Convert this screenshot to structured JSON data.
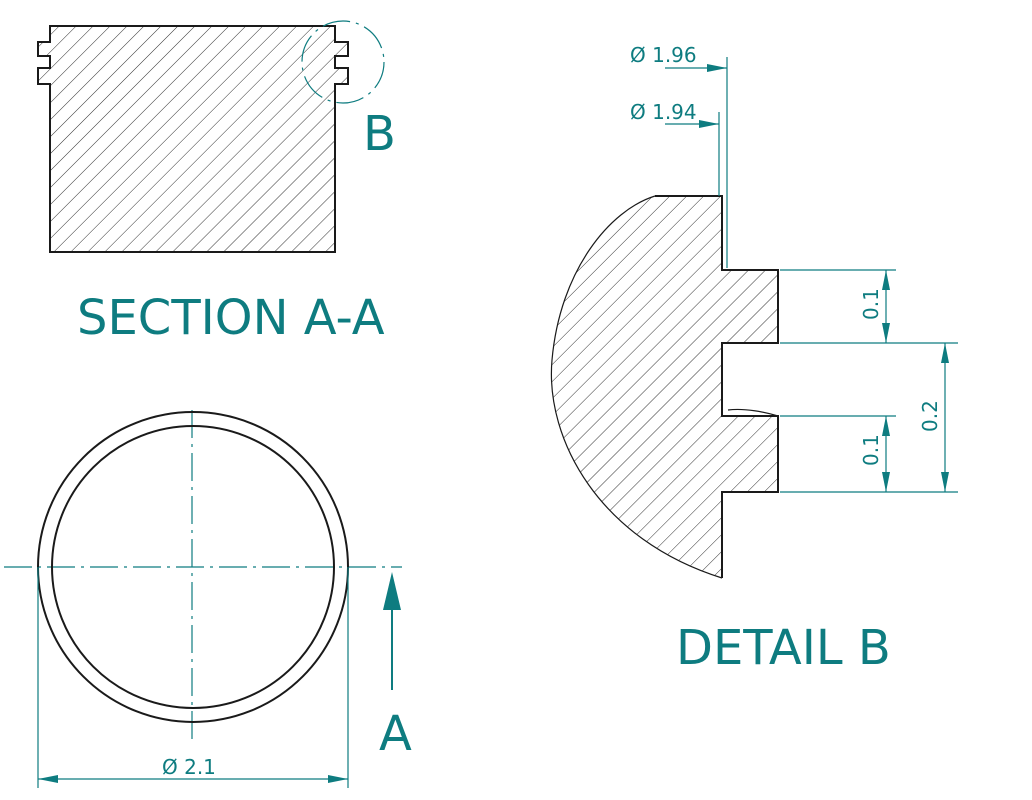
{
  "section_view": {
    "title": "SECTION A-A",
    "detail_callout": "B"
  },
  "detail_view": {
    "title": "DETAIL B",
    "dimensions": {
      "dia_outer": "Ø 1.96",
      "dia_inner": "Ø 1.94",
      "groove_top": "0.1",
      "groove_bottom": "0.1",
      "groove_total": "0.2"
    }
  },
  "plan_view": {
    "section_label": "A",
    "diameter": "Ø 2.1"
  }
}
